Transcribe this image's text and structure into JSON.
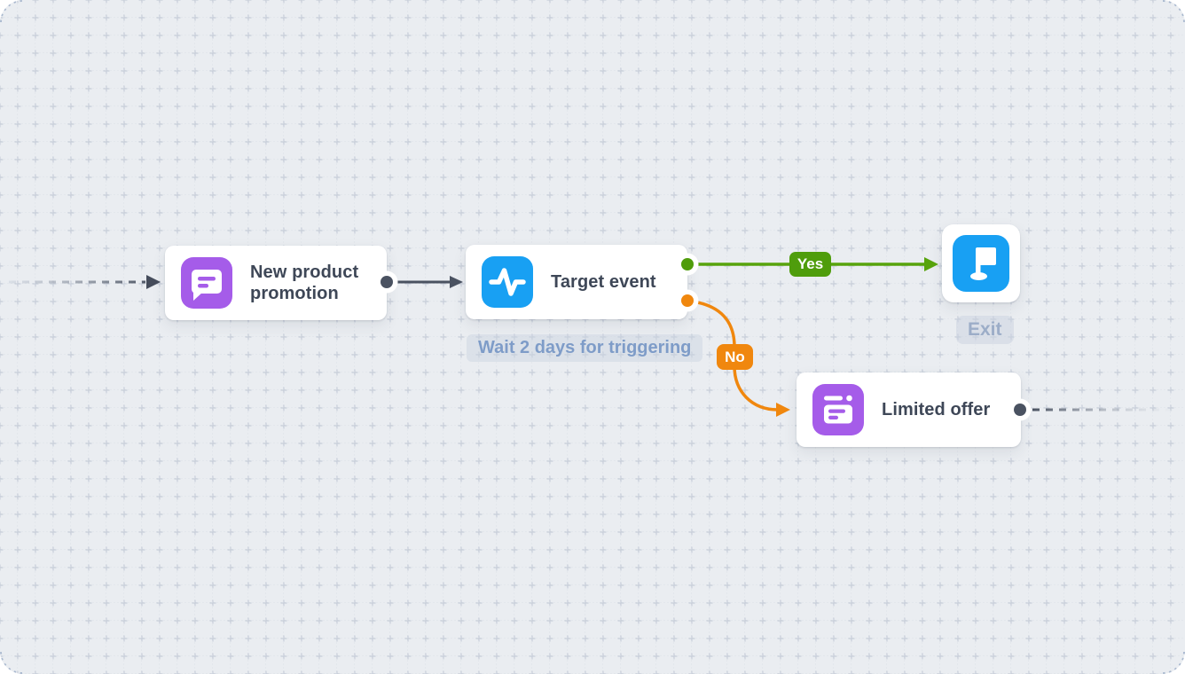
{
  "canvas": {
    "background_color": "#eaedf1",
    "grid_color": "#dfe3ea",
    "corner_dash_color": "#aab9cf"
  },
  "flow": {
    "nodes": [
      {
        "label": "New product promotion",
        "icon": "chat-message-icon",
        "icon_color": "#a55ce9"
      },
      {
        "label": "Target event",
        "icon": "pulse-icon",
        "icon_color": "#18a0f3",
        "note": "Wait 2 days for triggering"
      },
      {
        "label": "Exit",
        "icon": "flag-icon",
        "icon_color": "#18a0f3"
      },
      {
        "label": "Limited offer",
        "icon": "offer-card-icon",
        "icon_color": "#a55ce9"
      }
    ],
    "edges": [
      {
        "from": "start",
        "to": "New product promotion",
        "style": "dashed-fade-in",
        "color": "#4a5261"
      },
      {
        "from": "New product promotion",
        "to": "Target event",
        "style": "solid",
        "color": "#4a5261"
      },
      {
        "from": "Target event",
        "to": "Exit",
        "label": "Yes",
        "style": "solid",
        "color": "#57a30c"
      },
      {
        "from": "Target event",
        "to": "Limited offer",
        "label": "No",
        "style": "curved",
        "color": "#f0870e"
      },
      {
        "from": "Limited offer",
        "to": "end",
        "style": "dashed-fade-out",
        "color": "#4a5261"
      }
    ],
    "port_colors": {
      "default": "#4a5261",
      "yes": "#4f9c0b",
      "no": "#f0870e"
    }
  }
}
